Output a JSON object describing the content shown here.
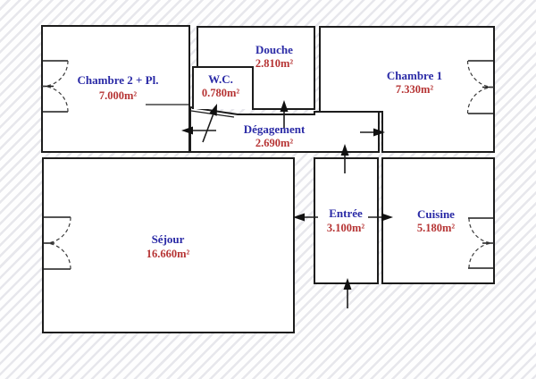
{
  "colors": {
    "room_name": "#2a2aa6",
    "room_area": "#b63434",
    "wall": "#1c1c1c",
    "hatch_stripe": "#e7e7ec"
  },
  "rooms": [
    {
      "id": "chambre2",
      "name": "Chambre 2 + Pl.",
      "area": "7.000m²"
    },
    {
      "id": "douche",
      "name": "Douche",
      "area": "2.810m²"
    },
    {
      "id": "wc",
      "name": "W.C.",
      "area": "0.780m²"
    },
    {
      "id": "chambre1",
      "name": "Chambre 1",
      "area": "7.330m²"
    },
    {
      "id": "degagement",
      "name": "Dégagement",
      "area": "2.690m²"
    },
    {
      "id": "sejour",
      "name": "Séjour",
      "area": "16.660m²"
    },
    {
      "id": "entree",
      "name": "Entrée",
      "area": "3.100m²"
    },
    {
      "id": "cuisine",
      "name": "Cuisine",
      "area": "5.180m²"
    }
  ]
}
